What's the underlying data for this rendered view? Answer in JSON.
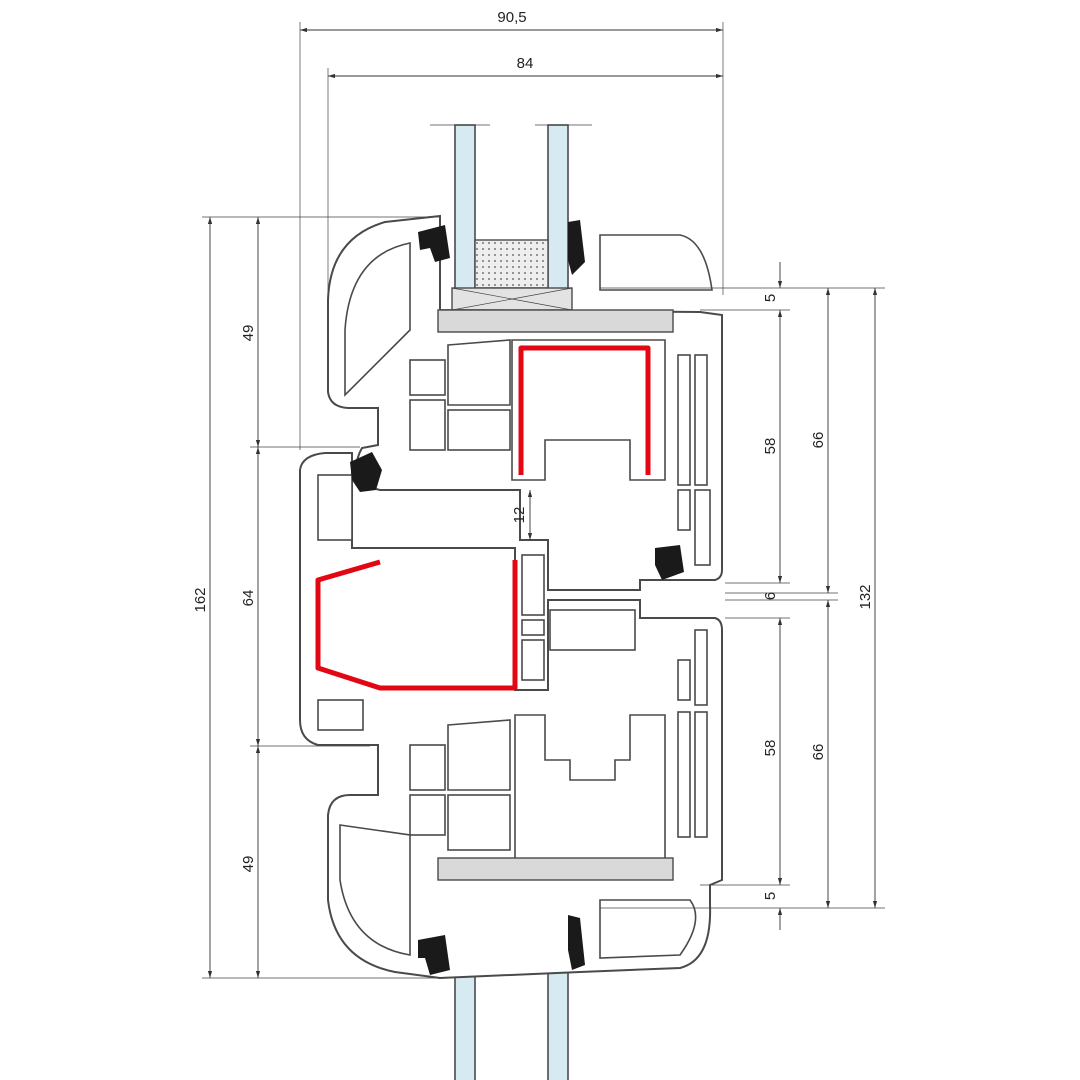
{
  "dimensions": {
    "overall_depth": "90,5",
    "frame_depth": "84",
    "left_top": "49",
    "left_middle": "64",
    "left_bottom": "49",
    "left_total": "162",
    "right_top_gap": "5",
    "right_top_58": "58",
    "right_top_66": "66",
    "rebate_12": "12",
    "right_gap_6": "6",
    "right_total": "132",
    "right_bottom_58": "58",
    "right_bottom_66": "66",
    "right_bottom_gap": "5"
  },
  "colors": {
    "reinforcement": "#e30613",
    "glass": "#d7e9f1",
    "outline": "#4a4a4a"
  }
}
